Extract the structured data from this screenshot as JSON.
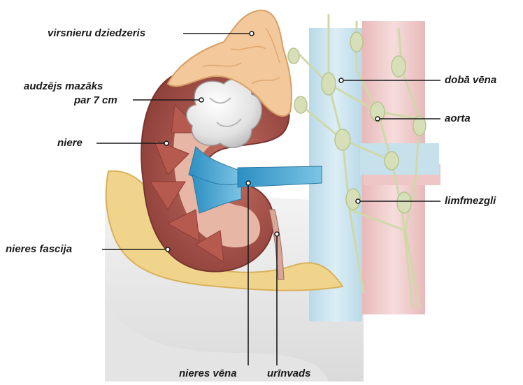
{
  "labels": {
    "adrenal_gland": "virsnieru dziedzeris",
    "tumor_line1": "audzējs mazāks",
    "tumor_line2": "par 7 cm",
    "kidney": "niere",
    "renal_fascia": "nieres fascija",
    "vena_cava": "dobā vēna",
    "aorta": "aorta",
    "lymph_node": "limfmezgli",
    "renal_vein": "nieres vēna",
    "ureter": "urīnvads"
  },
  "colors": {
    "adrenal": "#f3c89a",
    "kidney_cortex": "#a4524a",
    "tumor": "#e6e6e6",
    "vein": "#3fa3d0",
    "vena_cava": "#cfe5ef",
    "aorta": "#f1cfcf",
    "lymph": "#d3dcb6",
    "fat": "#f2d893"
  }
}
